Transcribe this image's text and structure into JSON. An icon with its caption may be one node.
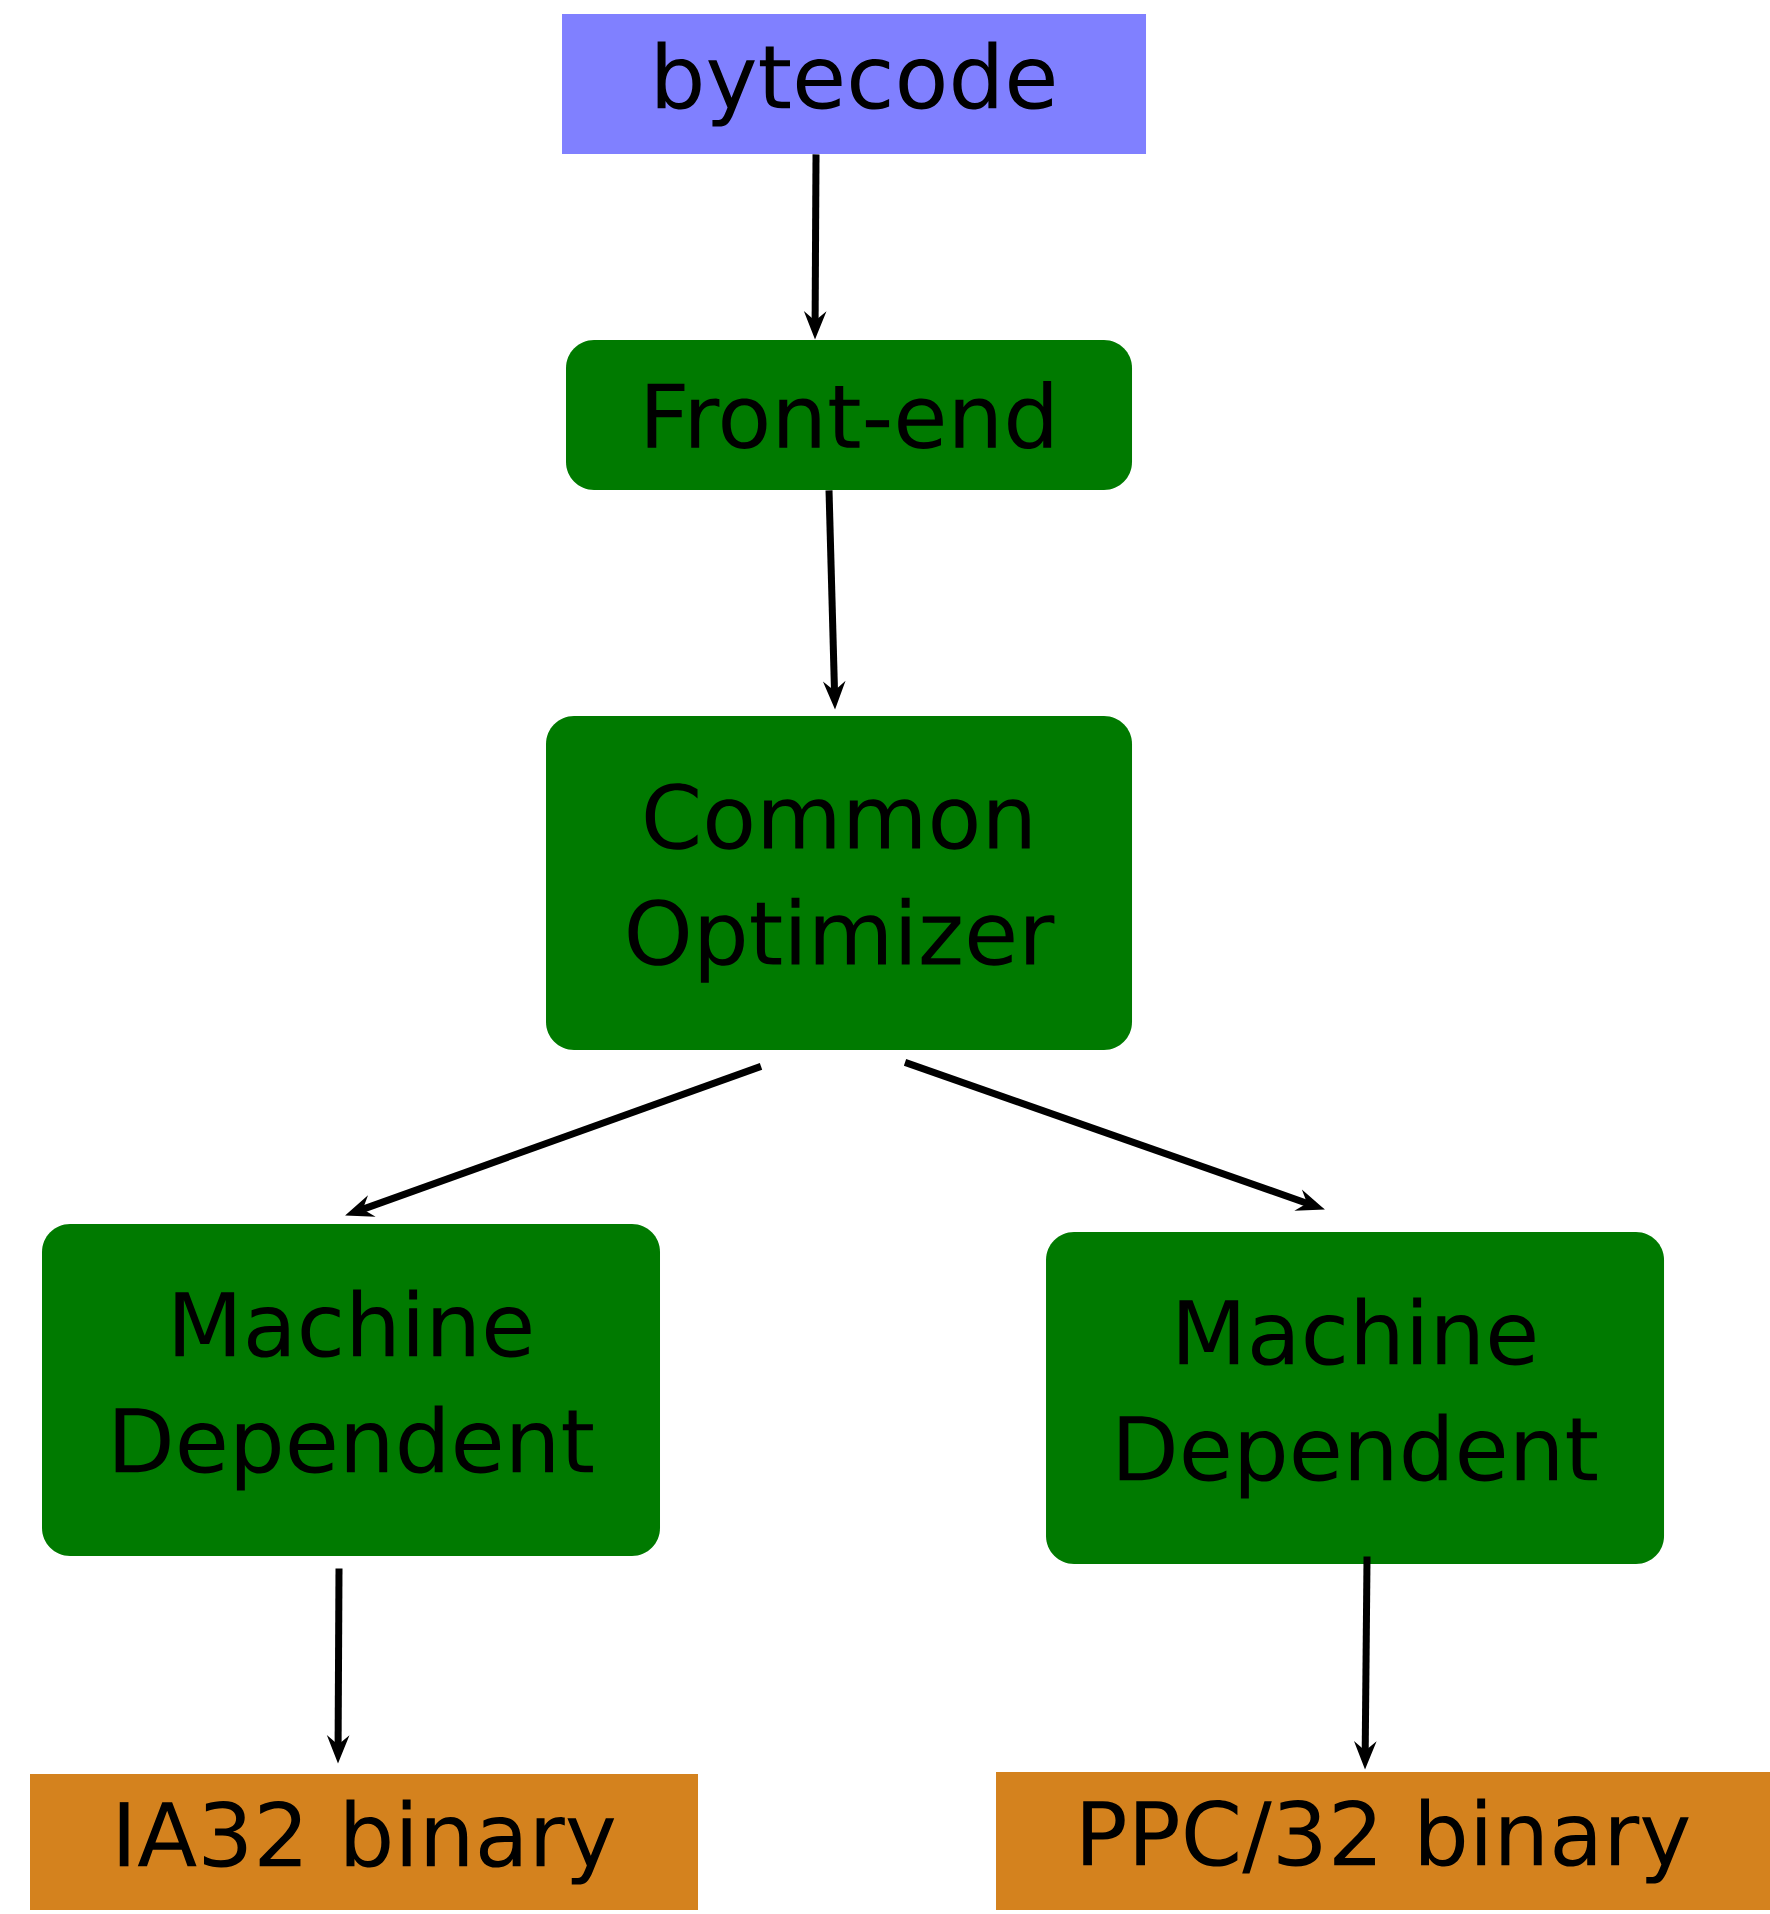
{
  "diagram": {
    "nodes": [
      {
        "text": [
          "bytecode"
        ]
      },
      {
        "text": [
          "Front-end"
        ]
      },
      {
        "text": [
          "Common Optimizer"
        ]
      },
      {
        "text": [
          "Machine Dependent"
        ]
      },
      {
        "text": [
          "Machine Dependent"
        ]
      },
      {
        "text": [
          "IA32 binary"
        ]
      },
      {
        "text": [
          "PPC/32 binary"
        ]
      }
    ],
    "edges": [
      {
        "from": 0,
        "to": 1,
        "arrow": "to"
      },
      {
        "from": 1,
        "to": 2,
        "arrow": "to"
      },
      {
        "from": 2,
        "to": 3,
        "arrow": "to"
      },
      {
        "from": 2,
        "to": 4,
        "arrow": "to"
      },
      {
        "from": 3,
        "to": 5,
        "arrow": "to"
      },
      {
        "from": 4,
        "to": 6,
        "arrow": "to"
      }
    ]
  }
}
